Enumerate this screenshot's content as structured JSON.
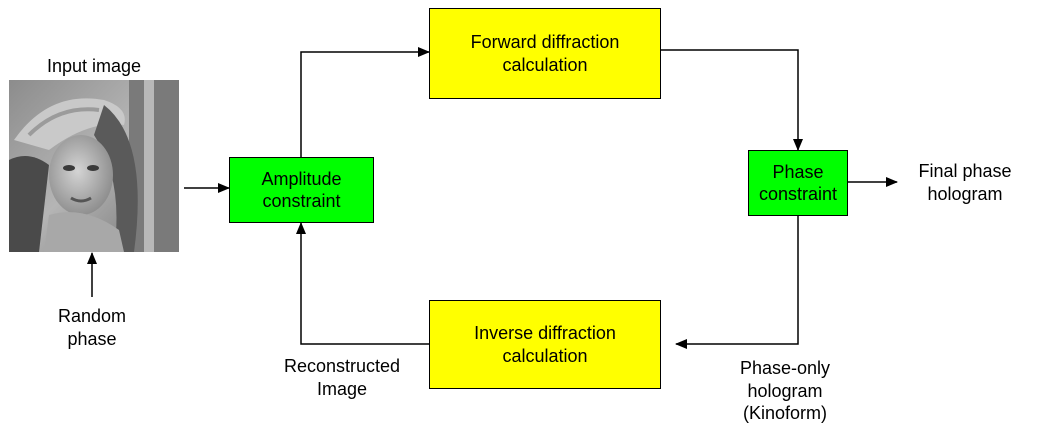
{
  "diagram": {
    "input_image_label": "Input image",
    "random_phase_label": "Random\nphase",
    "amplitude_constraint": "Amplitude\nconstraint",
    "forward_diffraction": "Forward diffraction\ncalculation",
    "phase_constraint": "Phase\nconstraint",
    "final_phase_hologram": "Final phase\nhologram",
    "inverse_diffraction": "Inverse diffraction\ncalculation",
    "reconstructed_image": "Reconstructed\nImage",
    "phase_only_hologram": "Phase-only\nhologram\n(Kinoform)"
  },
  "colors": {
    "process_box": "#ffff00",
    "constraint_box": "#00ff00",
    "line": "#000000"
  }
}
